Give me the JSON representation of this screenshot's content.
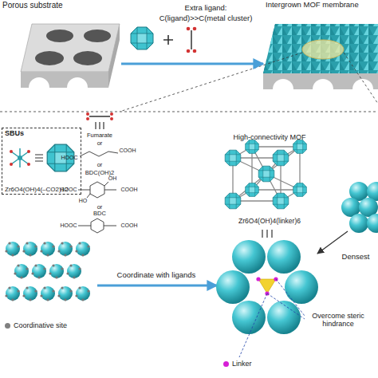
{
  "diagram": {
    "nodes": [
      {
        "text": [
          "Porous substrate"
        ]
      },
      {
        "text": [
          "Intergrown MOF membrane"
        ]
      },
      {
        "text": [
          "SBUs",
          "Zr6O4(OH)4(–CO2)12"
        ]
      },
      {
        "text": [
          "High-connectivity MOF",
          "Zr6O4(OH)4(linker)6"
        ]
      }
    ],
    "edges": [
      {
        "from": 0,
        "to": 1,
        "arrow": "to"
      }
    ],
    "labels": [
      "Extra ligand:",
      "C(ligand)>>C(metal cluster)",
      "Fumarate",
      "or",
      "HOOC",
      "COOH",
      "or",
      "BDC(OH)2",
      "OH",
      "HOOC",
      "COOH",
      "HO",
      "or",
      "BDC",
      "HOOC",
      "COOH",
      "Coordinate with ligands",
      "Overcome steric hindrance",
      "Densest"
    ],
    "legend": [
      {
        "text": "Coordinative site",
        "color": "#808080"
      },
      {
        "text": "Linker",
        "color": "#d61fd6"
      }
    ]
  }
}
